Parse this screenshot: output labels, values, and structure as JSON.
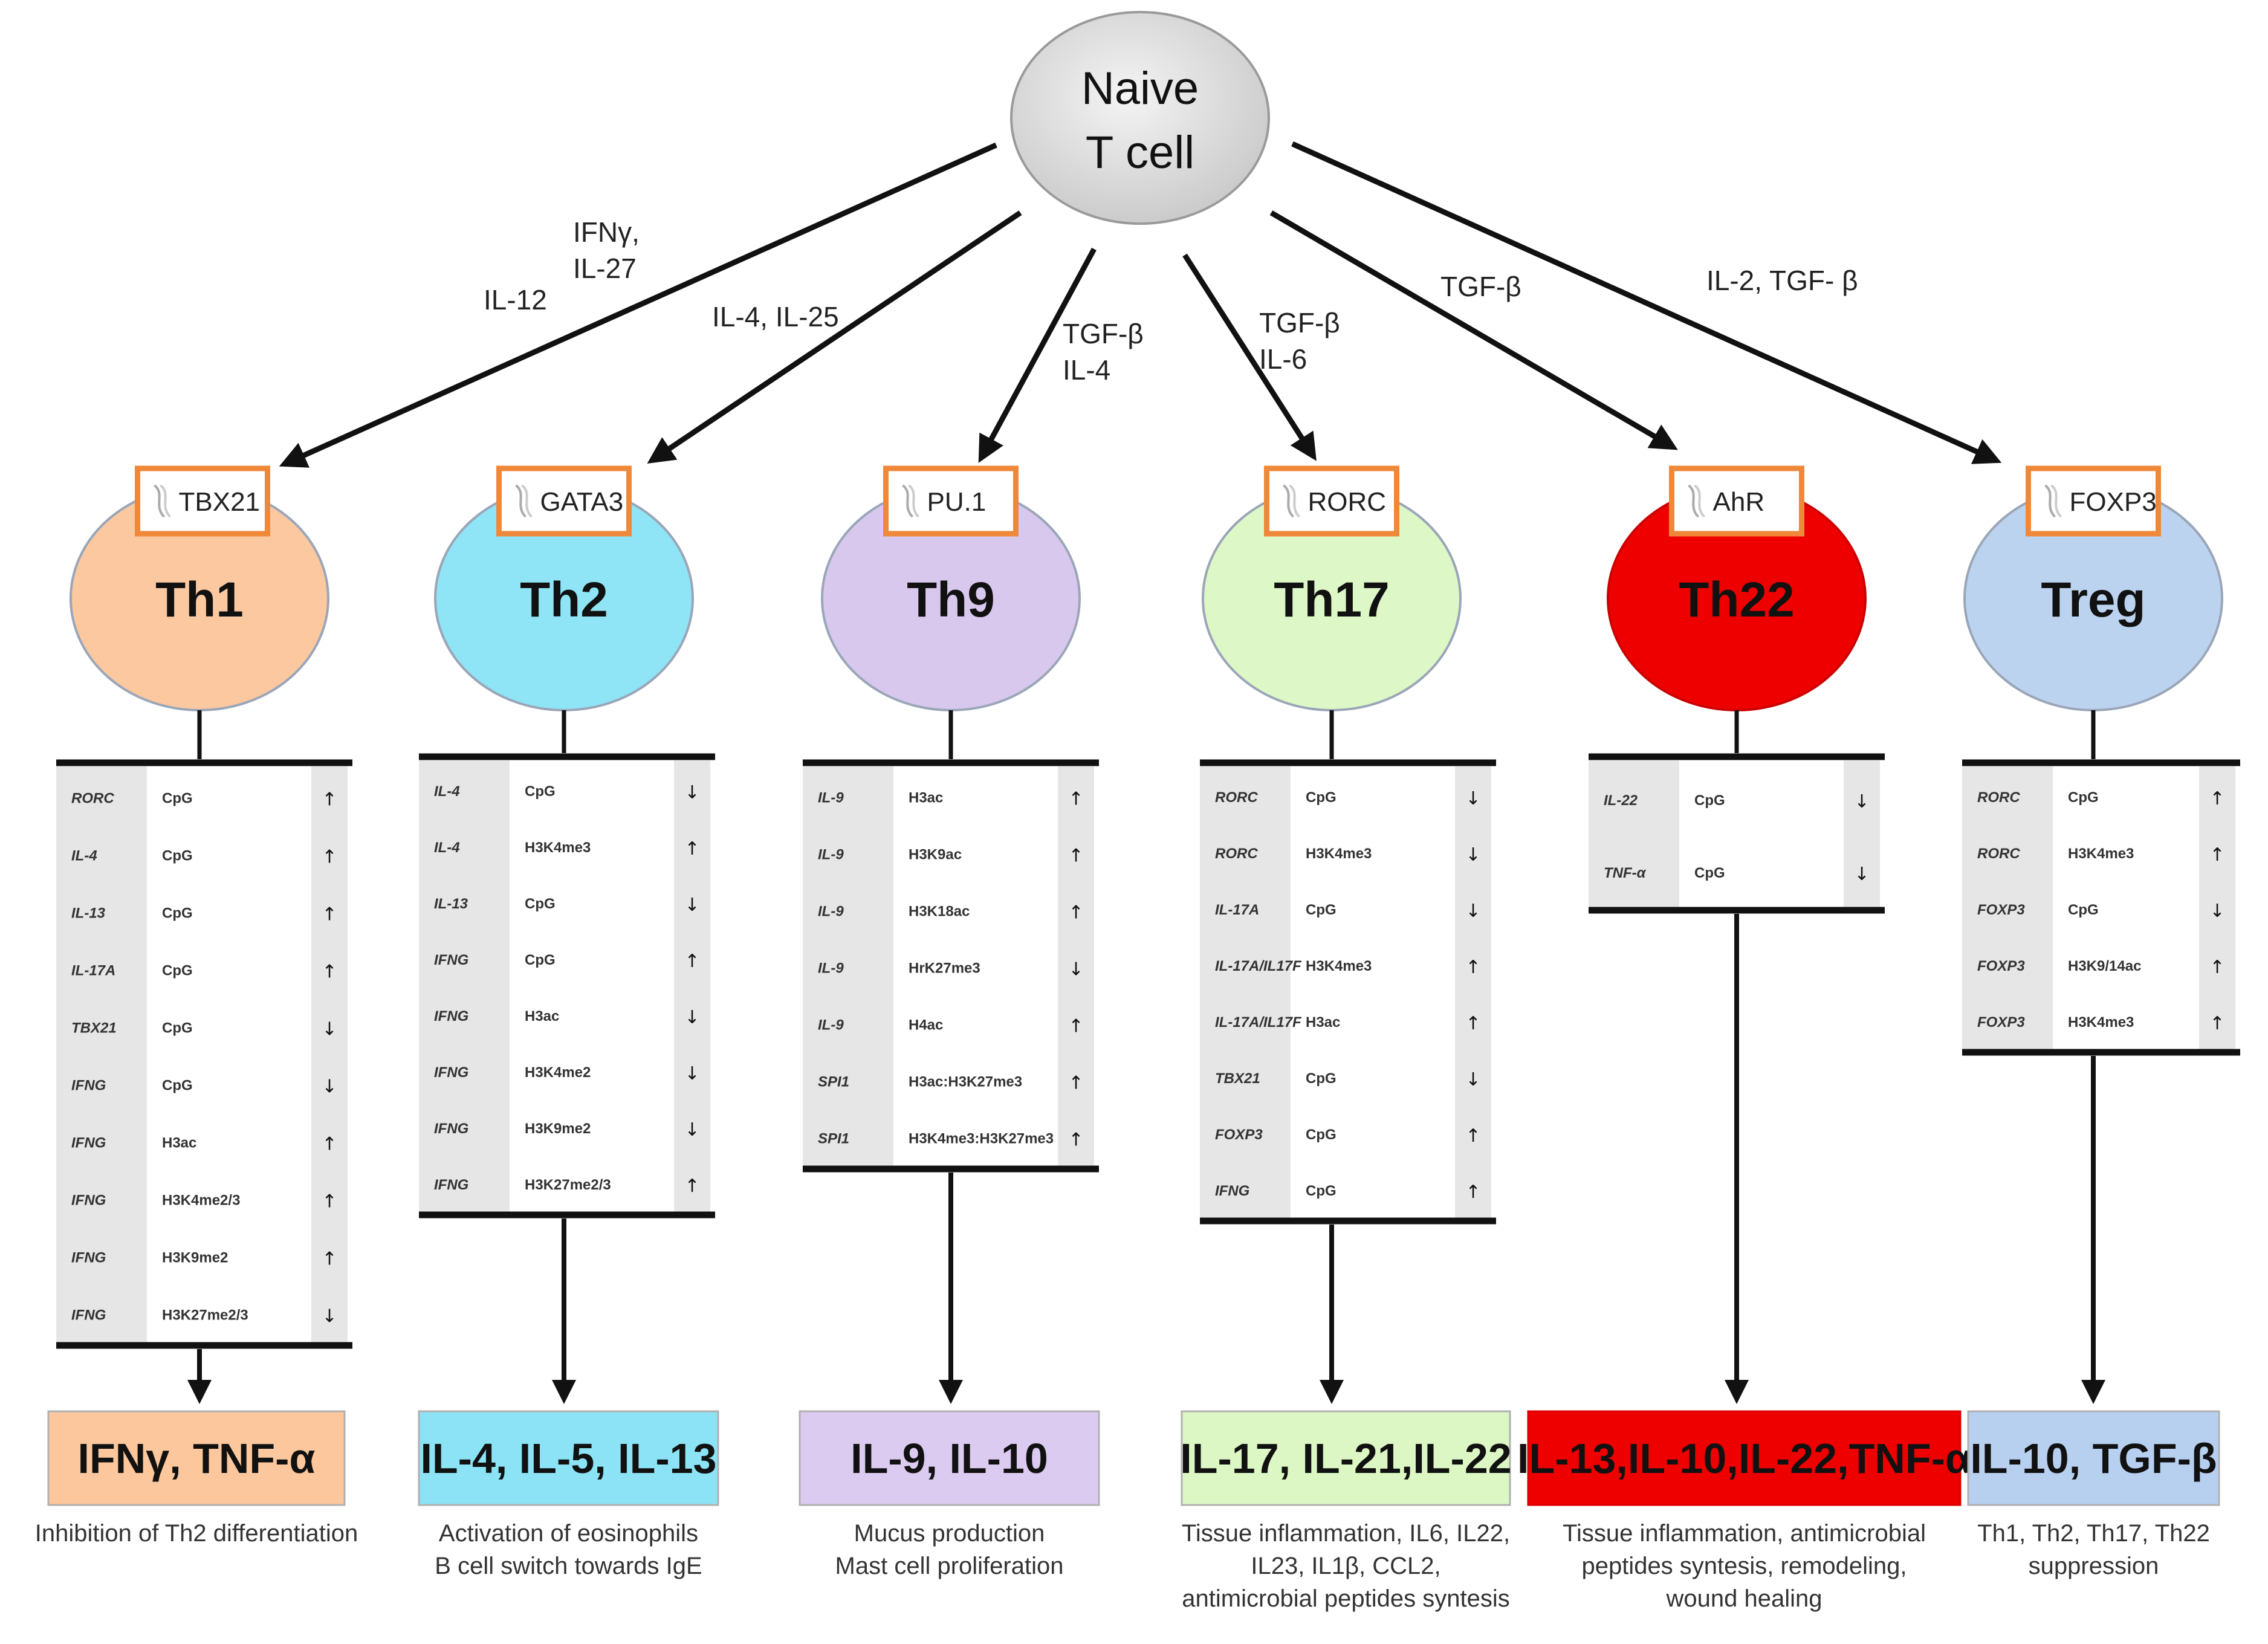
{
  "root": {
    "line1": "Naive",
    "line2": "T cell"
  },
  "edge_labels": [
    {
      "lines": [
        "IL-12"
      ]
    },
    {
      "lines": [
        "IFNγ,",
        "IL-27"
      ]
    },
    {
      "lines": [
        "IL-4, IL-25"
      ]
    },
    {
      "lines": [
        "TGF-β",
        "IL-4"
      ]
    },
    {
      "lines": [
        "TGF-β",
        "IL-6"
      ]
    },
    {
      "lines": [
        "TGF-β"
      ]
    },
    {
      "lines": [
        "IL-2, TGF- β"
      ]
    }
  ],
  "colors": {
    "arrow": "#111111",
    "gene_box_border": "#f0883a",
    "table_shade": "#e6e6e6"
  },
  "cells": [
    {
      "name": "Th1",
      "tf": "TBX21",
      "color": "#fbc8a0",
      "dark_text": true,
      "rows": [
        [
          "RORC",
          "CpG",
          "↑"
        ],
        [
          "IL-4",
          "CpG",
          "↑"
        ],
        [
          "IL-13",
          "CpG",
          "↑"
        ],
        [
          "IL-17A",
          "CpG",
          "↑"
        ],
        [
          "TBX21",
          "CpG",
          "↓"
        ],
        [
          "IFNG",
          "CpG",
          "↓"
        ],
        [
          "IFNG",
          "H3ac",
          "↑"
        ],
        [
          "IFNG",
          "H3K4me2/3",
          "↑"
        ],
        [
          "IFNG",
          "H3K9me2",
          "↑"
        ],
        [
          "IFNG",
          "H3K27me2/3",
          "↓"
        ]
      ],
      "cytokines": "IFNγ, TNF-α",
      "cyt_color": "#fcc79c",
      "function": [
        "Inhibition of Th2 differentiation"
      ]
    },
    {
      "name": "Th2",
      "tf": "GATA3",
      "color": "#8fe4f5",
      "rows": [
        [
          "IL-4",
          "CpG",
          "↓"
        ],
        [
          "IL-4",
          "H3K4me3",
          "↑"
        ],
        [
          "IL-13",
          "CpG",
          "↓"
        ],
        [
          "IFNG",
          "CpG",
          "↑"
        ],
        [
          "IFNG",
          "H3ac",
          "↓"
        ],
        [
          "IFNG",
          "H3K4me2",
          "↓"
        ],
        [
          "IFNG",
          "H3K9me2",
          "↓"
        ],
        [
          "IFNG",
          "H3K27me2/3",
          "↑"
        ]
      ],
      "cytokines": "IL-4, IL-5, IL-13",
      "cyt_color": "#8be3f5",
      "function": [
        "Activation of eosinophils",
        "B cell switch towards IgE"
      ]
    },
    {
      "name": "Th9",
      "tf": "PU.1",
      "color": "#d9c8ee",
      "rows": [
        [
          "IL-9",
          "H3ac",
          "↑"
        ],
        [
          "IL-9",
          "H3K9ac",
          "↑"
        ],
        [
          "IL-9",
          "H3K18ac",
          "↑"
        ],
        [
          "IL-9",
          "HrK27me3",
          "↓"
        ],
        [
          "IL-9",
          "H4ac",
          "↑"
        ],
        [
          "SPI1",
          "H3ac:H3K27me3",
          "↑"
        ],
        [
          "SPI1",
          "H3K4me3:H3K27me3",
          "↑"
        ]
      ],
      "cytokines": "IL-9, IL-10",
      "cyt_color": "#dccbf0",
      "function": [
        "Mucus production",
        "Mast cell proliferation"
      ]
    },
    {
      "name": "Th17",
      "tf": "RORC",
      "color": "#ddf7c6",
      "rows": [
        [
          "RORC",
          "CpG",
          "↓"
        ],
        [
          "RORC",
          "H3K4me3",
          "↓"
        ],
        [
          "IL-17A",
          "CpG",
          "↓"
        ],
        [
          "IL-17A/IL17F",
          "H3K4me3",
          "↑"
        ],
        [
          "IL-17A/IL17F",
          "H3ac",
          "↑"
        ],
        [
          "TBX21",
          "CpG",
          "↓"
        ],
        [
          "FOXP3",
          "CpG",
          "↑"
        ],
        [
          "IFNG",
          "CpG",
          "↑"
        ]
      ],
      "cytokines": "IL-17, IL-21,IL-22",
      "cyt_color": "#dcf7c4",
      "function": [
        "Tissue inflammation, IL6, IL22,",
        "IL23, IL1β, CCL2,",
        "antimicrobial peptides syntesis"
      ]
    },
    {
      "name": "Th22",
      "tf": "AhR",
      "color": "#ee0000",
      "rows": [
        [
          "IL-22",
          "CpG",
          "↓"
        ],
        [
          "TNF-α",
          "CpG",
          "↓"
        ]
      ],
      "cytokines": "IL-13,IL-10,IL-22,TNF-α",
      "cyt_color": "#ee0000",
      "function": [
        "Tissue inflammation, antimicrobial",
        "peptides syntesis, remodeling,",
        "wound healing"
      ]
    },
    {
      "name": "Treg",
      "tf": "FOXP3",
      "color": "#bcd3f0",
      "rows": [
        [
          "RORC",
          "CpG",
          "↑"
        ],
        [
          "RORC",
          "H3K4me3",
          "↑"
        ],
        [
          "FOXP3",
          "CpG",
          "↓"
        ],
        [
          "FOXP3",
          "H3K9/14ac",
          "↑"
        ],
        [
          "FOXP3",
          "H3K4me3",
          "↑"
        ]
      ],
      "cytokines": "IL-10, TGF-β",
      "cyt_color": "#b7d0f0",
      "function": [
        "Th1, Th2, Th17, Th22",
        "suppression"
      ]
    }
  ]
}
